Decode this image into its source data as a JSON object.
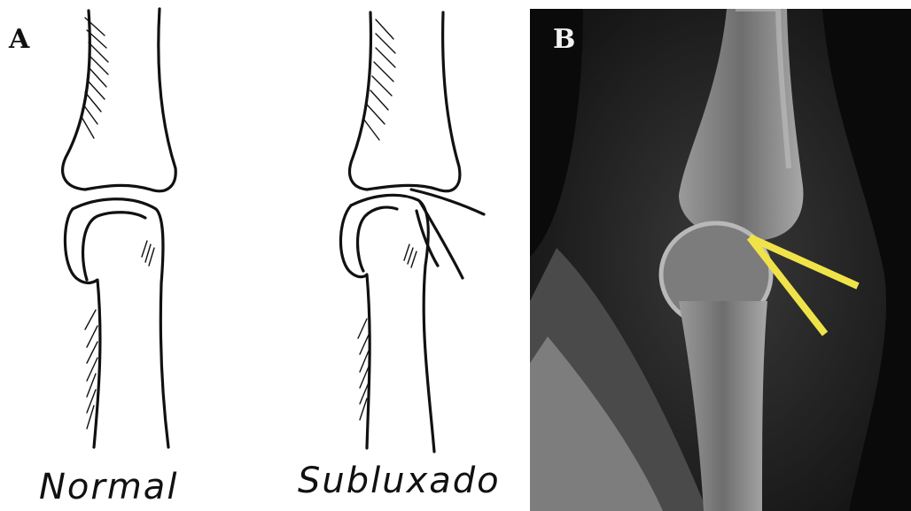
{
  "panel_a": {
    "letter": "A",
    "labels": {
      "normal": "Normal",
      "subluxated": "Subluxado"
    }
  },
  "panel_b": {
    "letter": "B",
    "arrow_color": "#f0e34a"
  }
}
